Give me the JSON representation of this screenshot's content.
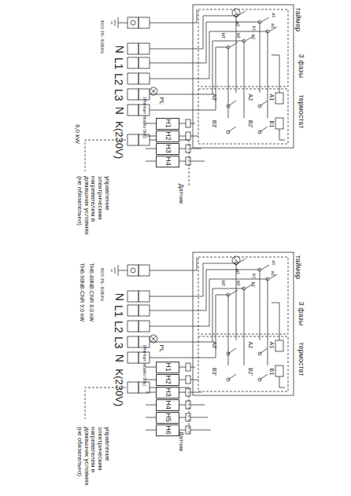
{
  "diagram": {
    "nodes": [
      {
        "text": [
          "H1"
        ]
      },
      {
        "text": [
          "H2"
        ]
      },
      {
        "text": [
          "H3"
        ]
      },
      {
        "text": [
          "H4"
        ]
      },
      {
        "text": [
          "H1"
        ]
      },
      {
        "text": [
          "H2"
        ]
      },
      {
        "text": [
          "H3"
        ]
      },
      {
        "text": [
          "H4"
        ]
      },
      {
        "text": [
          "H5"
        ]
      },
      {
        "text": [
          "H6"
        ]
      }
    ],
    "labels": [
      "таймер",
      "3 фазы",
      "термостат",
      "a1",
      "a1'",
      "b1",
      "b1'",
      "a0'",
      "b0",
      "b0'",
      "A1",
      "A2",
      "A3'",
      "B1",
      "B2'",
      "B3'",
      "PL",
      "(Premium Models Only)",
      "Датчик",
      "400V 3N~ 50/60Hz",
      "N",
      "L1",
      "L2",
      "L3",
      "N",
      "K(230V)",
      "6,0 kW",
      "управление электрическим нагревателем в домашних условиях (не обязательно)",
      "таймер",
      "3 фазы",
      "термостат",
      "a1",
      "a1'",
      "b1",
      "b1'",
      "a0'",
      "b0",
      "b0'",
      "A1",
      "A2",
      "A3'",
      "B1",
      "B2'",
      "B3'",
      "PL",
      "(Premium Models Only)",
      "Датчик",
      "400V 3N~ 50/60Hz",
      "N",
      "L1",
      "L2",
      "L3",
      "N",
      "K(230V)",
      "TH6-80NB-CNR 8,0 kW",
      "TH6-90NB-CNR 9,0 kW",
      "управление электрическим нагревателем в домашних условиях (не обязательно)"
    ]
  }
}
